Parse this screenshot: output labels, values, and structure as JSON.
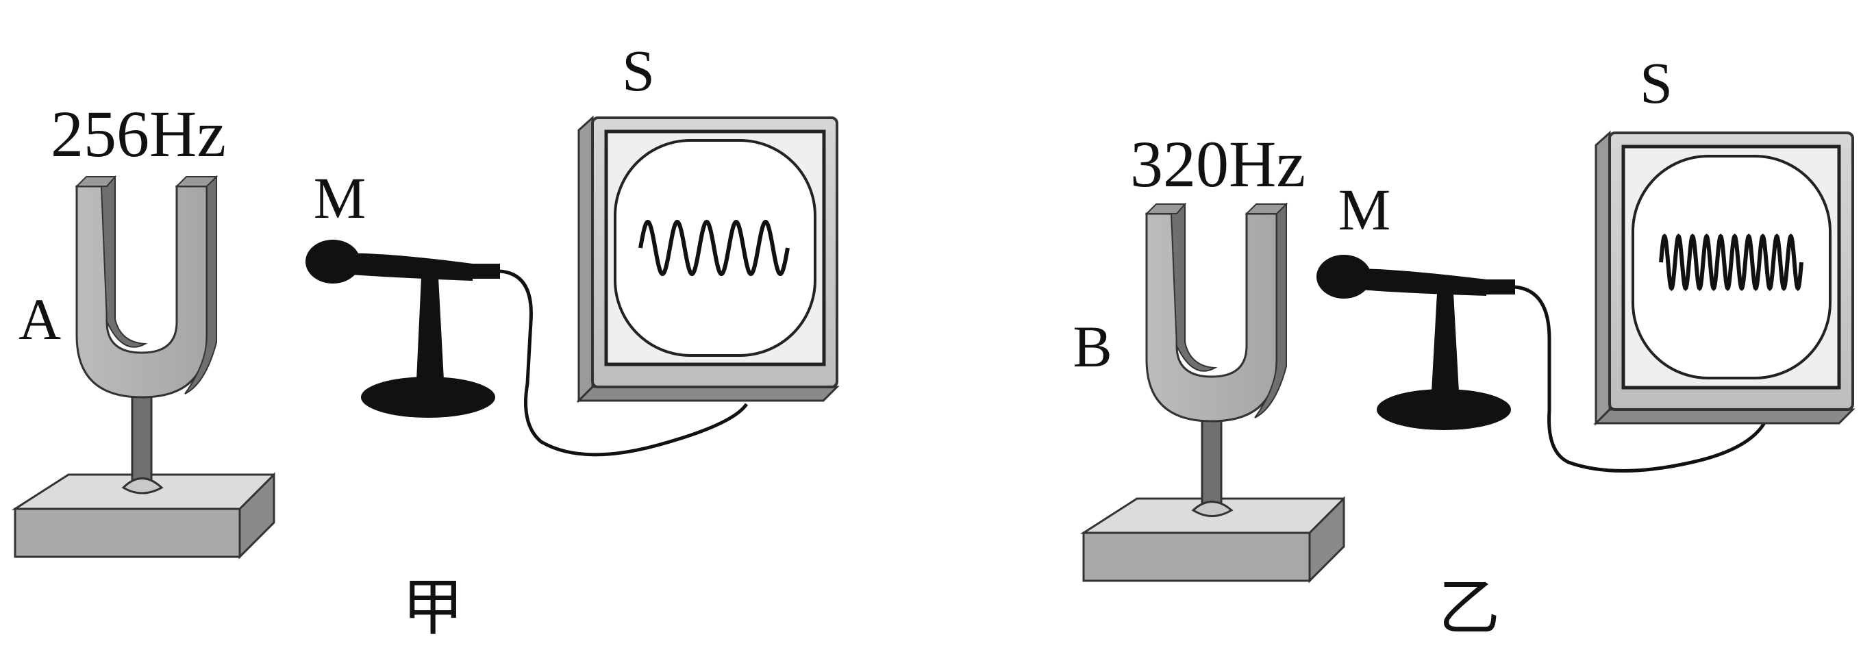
{
  "panels": [
    {
      "id": "jia",
      "fork_letter": "A",
      "frequency": "256Hz",
      "mic_letter": "M",
      "screen_letter": "S",
      "caption": "甲",
      "wave_cycles": 5
    },
    {
      "id": "yi",
      "fork_letter": "B",
      "frequency": "320Hz",
      "mic_letter": "M",
      "screen_letter": "S",
      "caption": "乙",
      "wave_cycles": 10
    }
  ]
}
